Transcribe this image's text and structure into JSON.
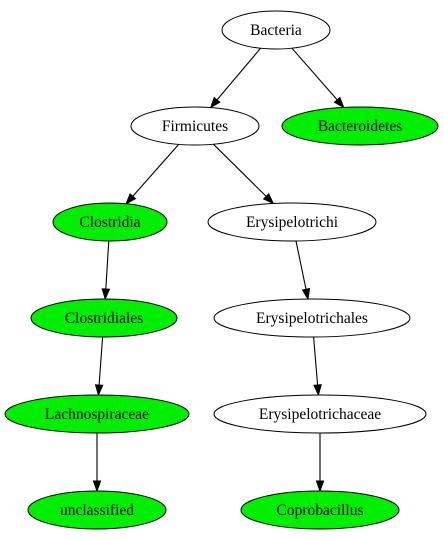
{
  "colors": {
    "highlight": "#00ee00",
    "plain": "#ffffff"
  },
  "nodes": [
    {
      "id": "bacteria",
      "label": "Bacteria",
      "highlighted": false
    },
    {
      "id": "firmicutes",
      "label": "Firmicutes",
      "highlighted": false
    },
    {
      "id": "bacteroidetes",
      "label": "Bacteroidetes",
      "highlighted": true
    },
    {
      "id": "clostridia",
      "label": "Clostridia",
      "highlighted": true
    },
    {
      "id": "erysipelotrichi",
      "label": "Erysipelotrichi",
      "highlighted": false
    },
    {
      "id": "clostridiales",
      "label": "Clostridiales",
      "highlighted": true
    },
    {
      "id": "erysipelotrichales",
      "label": "Erysipelotrichales",
      "highlighted": false
    },
    {
      "id": "lachnospiraceae",
      "label": "Lachnospiraceae",
      "highlighted": true
    },
    {
      "id": "erysipelotrichaceae",
      "label": "Erysipelotrichaceae",
      "highlighted": false
    },
    {
      "id": "unclassified",
      "label": "unclassified",
      "highlighted": true
    },
    {
      "id": "coprobacillus",
      "label": "Coprobacillus",
      "highlighted": true
    }
  ],
  "edges": [
    {
      "from": "bacteria",
      "to": "firmicutes"
    },
    {
      "from": "bacteria",
      "to": "bacteroidetes"
    },
    {
      "from": "firmicutes",
      "to": "clostridia"
    },
    {
      "from": "firmicutes",
      "to": "erysipelotrichi"
    },
    {
      "from": "clostridia",
      "to": "clostridiales"
    },
    {
      "from": "erysipelotrichi",
      "to": "erysipelotrichales"
    },
    {
      "from": "clostridiales",
      "to": "lachnospiraceae"
    },
    {
      "from": "erysipelotrichales",
      "to": "erysipelotrichaceae"
    },
    {
      "from": "lachnospiraceae",
      "to": "unclassified"
    },
    {
      "from": "erysipelotrichaceae",
      "to": "coprobacillus"
    }
  ]
}
